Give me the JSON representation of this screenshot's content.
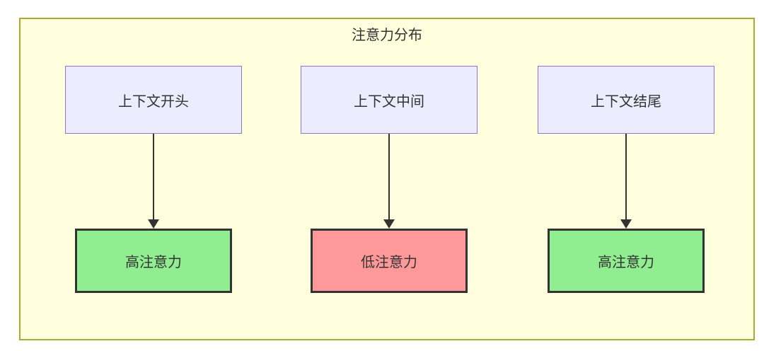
{
  "diagram": {
    "type": "flowchart",
    "title": "注意力分布",
    "columns": [
      {
        "source": {
          "label": "上下文开头"
        },
        "target": {
          "label": "高注意力",
          "level": "high"
        }
      },
      {
        "source": {
          "label": "上下文中间"
        },
        "target": {
          "label": "低注意力",
          "level": "low"
        }
      },
      {
        "source": {
          "label": "上下文结尾"
        },
        "target": {
          "label": "高注意力",
          "level": "high"
        }
      }
    ],
    "colors": {
      "container_fill": "#ffffde",
      "container_border": "#aaaa33",
      "context_node_fill": "#ececff",
      "context_node_border": "#9370db",
      "high_attention_fill": "#90ee90",
      "low_attention_fill": "#ff9999",
      "result_node_border": "#333333",
      "arrow": "#333333",
      "text": "#333333"
    }
  }
}
